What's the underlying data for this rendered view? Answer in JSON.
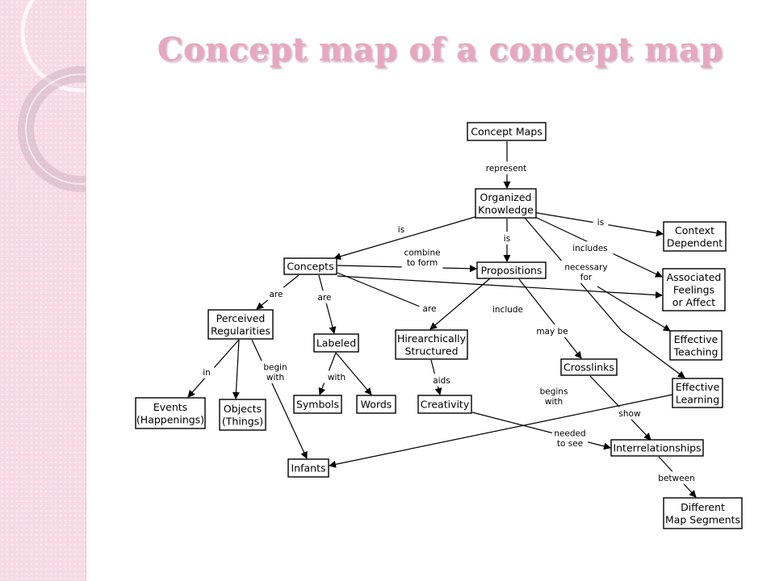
{
  "slide": {
    "title": "Concept map of a concept map",
    "accent_color": "#e8a7bf",
    "sidebar_color": "#f6dbe5"
  },
  "concept_map": {
    "nodes": [
      {
        "id": "concept-maps",
        "lines": [
          "Concept Maps"
        ]
      },
      {
        "id": "organized-knowledge",
        "lines": [
          "Organized",
          "Knowledge"
        ]
      },
      {
        "id": "context-dependent",
        "lines": [
          "Context",
          "Dependent"
        ]
      },
      {
        "id": "concepts",
        "lines": [
          "Concepts"
        ]
      },
      {
        "id": "propositions",
        "lines": [
          "Propositions"
        ]
      },
      {
        "id": "associated-feelings",
        "lines": [
          "Associated",
          "Feelings",
          "or Affect"
        ]
      },
      {
        "id": "perceived-regularities",
        "lines": [
          "Perceived",
          "Regularities"
        ]
      },
      {
        "id": "labeled",
        "lines": [
          "Labeled"
        ]
      },
      {
        "id": "hierarchically-structured",
        "lines": [
          "Hirearchically",
          "Structured"
        ]
      },
      {
        "id": "effective-teaching",
        "lines": [
          "Effective",
          "Teaching"
        ]
      },
      {
        "id": "crosslinks",
        "lines": [
          "Crosslinks"
        ]
      },
      {
        "id": "effective-learning",
        "lines": [
          "Effective",
          "Learning"
        ]
      },
      {
        "id": "events",
        "lines": [
          "Events",
          "(Happenings)"
        ]
      },
      {
        "id": "objects",
        "lines": [
          "Objects",
          "(Things)"
        ]
      },
      {
        "id": "symbols",
        "lines": [
          "Symbols"
        ]
      },
      {
        "id": "words",
        "lines": [
          "Words"
        ]
      },
      {
        "id": "creativity",
        "lines": [
          "Creativity"
        ]
      },
      {
        "id": "interrelationships",
        "lines": [
          "Interrelationships"
        ]
      },
      {
        "id": "infants",
        "lines": [
          "Infants"
        ]
      },
      {
        "id": "different-map-segments",
        "lines": [
          "Different",
          "Map Segments"
        ]
      }
    ],
    "link_labels": [
      {
        "id": "represent",
        "lines": [
          "represent"
        ]
      },
      {
        "id": "is-concepts",
        "lines": [
          "is"
        ]
      },
      {
        "id": "is-propositions",
        "lines": [
          "is"
        ]
      },
      {
        "id": "is-context",
        "lines": [
          "is"
        ]
      },
      {
        "id": "includes",
        "lines": [
          "includes"
        ]
      },
      {
        "id": "necessary-for",
        "lines": [
          "necessary",
          "for"
        ]
      },
      {
        "id": "combine-to-form",
        "lines": [
          "combine",
          "to form"
        ]
      },
      {
        "id": "are-perceived",
        "lines": [
          "are"
        ]
      },
      {
        "id": "are-labeled",
        "lines": [
          "are"
        ]
      },
      {
        "id": "are-hierarchical",
        "lines": [
          "are"
        ]
      },
      {
        "id": "include",
        "lines": [
          "include"
        ]
      },
      {
        "id": "may-be",
        "lines": [
          "may be"
        ]
      },
      {
        "id": "in",
        "lines": [
          "in"
        ]
      },
      {
        "id": "begin-with",
        "lines": [
          "begin",
          "with"
        ]
      },
      {
        "id": "with",
        "lines": [
          "with"
        ]
      },
      {
        "id": "aids",
        "lines": [
          "aids"
        ]
      },
      {
        "id": "begins-with",
        "lines": [
          "begins",
          "with"
        ]
      },
      {
        "id": "show",
        "lines": [
          "show"
        ]
      },
      {
        "id": "needed-to-see",
        "lines": [
          "needed",
          "to see"
        ]
      },
      {
        "id": "between",
        "lines": [
          "between"
        ]
      }
    ]
  }
}
